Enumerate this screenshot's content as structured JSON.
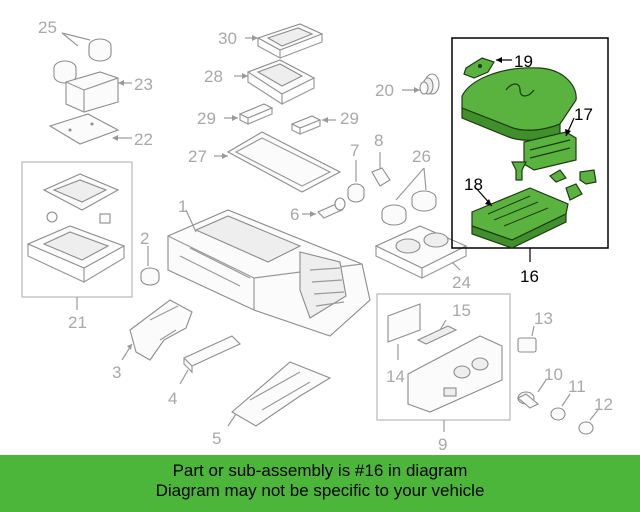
{
  "callouts": {
    "n1": "1",
    "n2": "2",
    "n3": "3",
    "n4": "4",
    "n5": "5",
    "n6": "6",
    "n7": "7",
    "n8": "8",
    "n9": "9",
    "n10": "10",
    "n11": "11",
    "n12": "12",
    "n13": "13",
    "n14": "14",
    "n15": "15",
    "n16": "16",
    "n17": "17",
    "n18": "18",
    "n19": "19",
    "n20": "20",
    "n21": "21",
    "n22": "22",
    "n23": "23",
    "n24": "24",
    "n25": "25",
    "n26": "26",
    "n27": "27",
    "n28": "28",
    "n29a": "29",
    "n29b": "29",
    "n30": "30"
  },
  "highlight_color": "#5bb33f",
  "banner": {
    "line1": "Part or sub-assembly is #16 in diagram",
    "line2": "Diagram may not be specific to your vehicle",
    "background": "#4cb63a"
  }
}
